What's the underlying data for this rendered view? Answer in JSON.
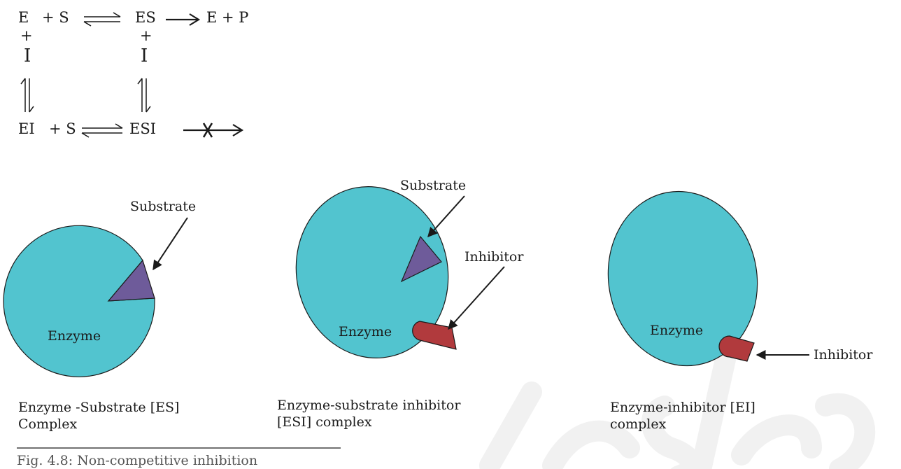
{
  "scheme": {
    "row1": {
      "e": "E",
      "plus_s": "+ S",
      "es": "ES",
      "product": "E  + P"
    },
    "plus_left": "+",
    "plus_right": "+",
    "i_left": "I",
    "i_right": "I",
    "row3": {
      "ei": "EI",
      "plus_s": "+ S",
      "esi": "ESI"
    }
  },
  "panels": [
    {
      "enzyme_label": "Enzyme",
      "substrate_label": "Substrate",
      "caption_line1": "Enzyme -Substrate [ES]",
      "caption_line2": "Complex"
    },
    {
      "enzyme_label": "Enzyme",
      "substrate_label": "Substrate",
      "inhibitor_label": "Inhibitor",
      "caption_line1": "Enzyme-substrate inhibitor",
      "caption_line2": "[ESI] complex"
    },
    {
      "enzyme_label": "Enzyme",
      "inhibitor_label": "Inhibitor",
      "caption_line1": "Enzyme-inhibitor [EI]",
      "caption_line2": "complex"
    }
  ],
  "figure_caption": "Fig. 4.8: Non-competitive inhibition",
  "colors": {
    "enzyme": "#52c4cf",
    "substrate": "#6e5b9a",
    "inhibitor": "#b13a3d",
    "outline": "#1a1a1a",
    "watermark": "#f2f2f2"
  }
}
